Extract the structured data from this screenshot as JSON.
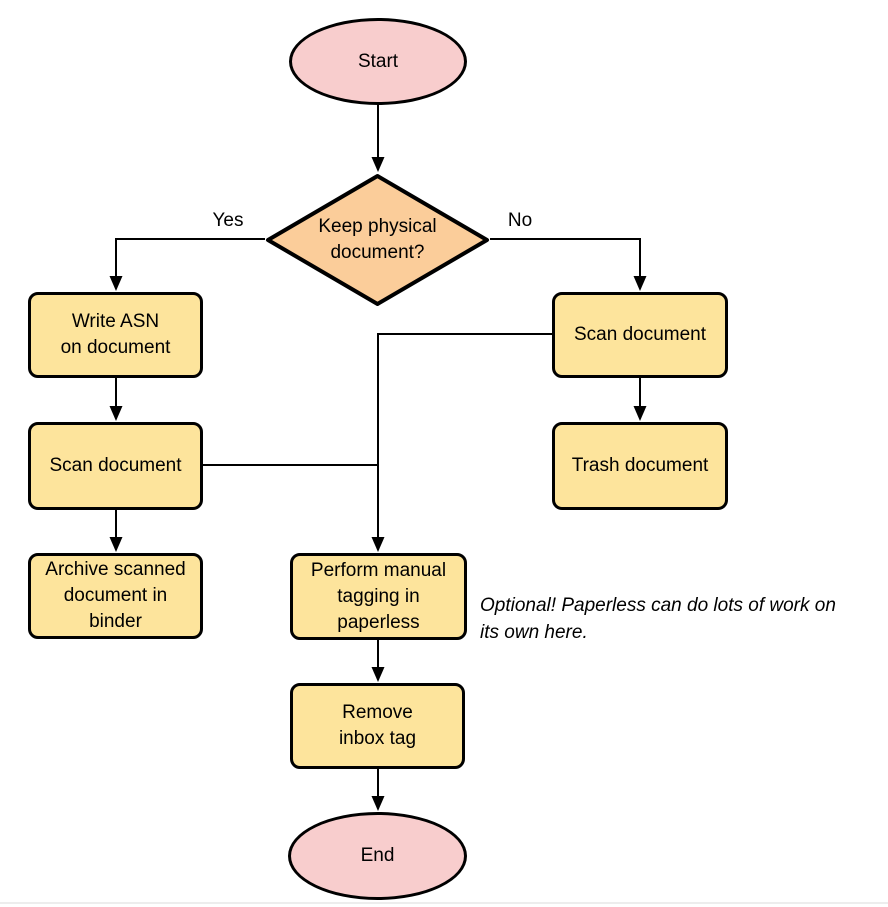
{
  "diagram": {
    "type": "flowchart",
    "colors": {
      "terminator_fill": "#f8cdcd",
      "decision_fill": "#fbcd9a",
      "process_fill": "#fde49c",
      "stroke": "#000000"
    },
    "nodes": {
      "start": {
        "label": "Start"
      },
      "decision": {
        "lines": [
          "Keep physical",
          "document?"
        ]
      },
      "write_asn": {
        "lines": [
          "Write ASN",
          "on document"
        ]
      },
      "scan_left": {
        "label": "Scan document"
      },
      "archive": {
        "lines": [
          "Archive scanned",
          "document in",
          "binder"
        ]
      },
      "scan_right": {
        "label": "Scan document"
      },
      "trash": {
        "label": "Trash document"
      },
      "tagging": {
        "lines": [
          "Perform manual",
          "tagging in",
          "paperless"
        ]
      },
      "remove_inbox": {
        "lines": [
          "Remove",
          "inbox tag"
        ]
      },
      "end": {
        "label": "End"
      }
    },
    "edge_labels": {
      "yes": "Yes",
      "no": "No"
    },
    "annotation": {
      "lines": [
        "Optional! Paperless can do lots of work on",
        "its own here."
      ]
    }
  }
}
